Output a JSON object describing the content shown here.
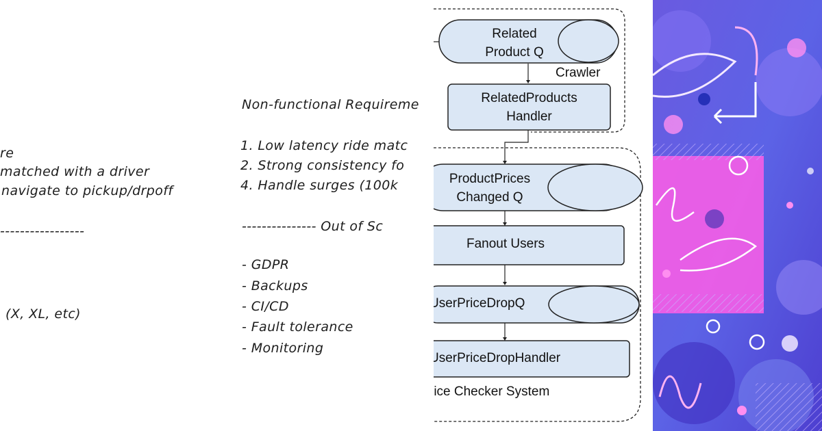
{
  "notes_left": {
    "line1": "re",
    "line2": "matched with a driver",
    "line3": "navigate to pickup/drpoff",
    "divider": "-----------------",
    "line4": "(X, XL, etc)"
  },
  "notes_mid": {
    "heading": "Non-functional Requireme",
    "req1": "1. Low latency ride matc",
    "req2": "2. Strong consistency fo",
    "req3": "4. Handle surges (100k",
    "out_of_scope": "--------------- Out of Sc",
    "scope1": "- GDPR",
    "scope2": "- Backups",
    "scope3": "- CI/CD",
    "scope4": "- Fault tolerance",
    "scope5": "- Monitoring"
  },
  "diagram": {
    "related_q": "Related\nProduct Q",
    "crawler": "Crawler",
    "related_handler": "RelatedProducts\nHandler",
    "price_q": "ProductPrices\nChanged Q",
    "fanout": "Fanout Users",
    "drop_q": "UserPriceDropQ",
    "drop_handler": "UserPriceDropHandler",
    "system_label": "rice Checker System"
  },
  "colors": {
    "box_fill": "#dbe7f5",
    "box_stroke": "#222222",
    "art_base": "#5b5bd6",
    "art_pink": "#ff5ee6"
  }
}
